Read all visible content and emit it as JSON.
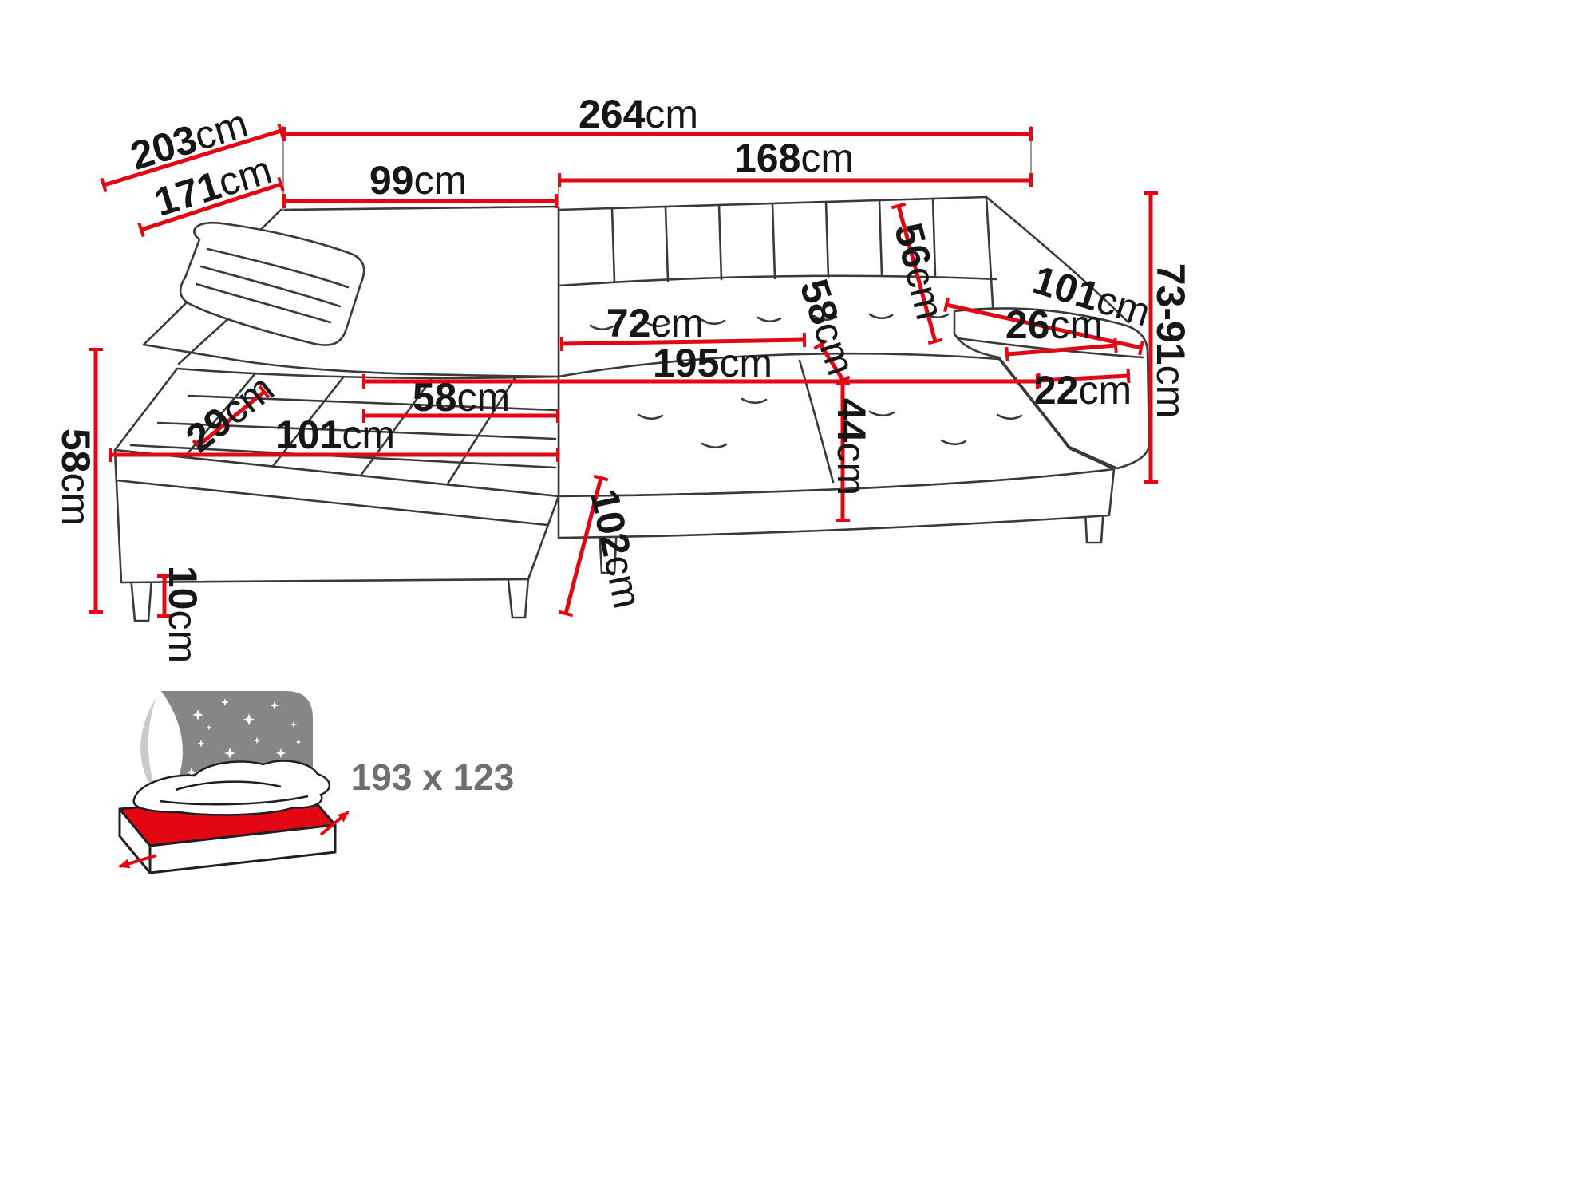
{
  "diagram": {
    "type": "corner-sofa-dimension-diagram",
    "accent_color": "#e30613",
    "art_line_color": "#3a3a3a",
    "text_color": "#161616",
    "secondary_text_color": "#6f6f6f"
  },
  "dims": {
    "overall_width": {
      "value": "264",
      "unit": "cm"
    },
    "total_depth": {
      "value": "203",
      "unit": "cm"
    },
    "inner_depth": {
      "value": "171",
      "unit": "cm"
    },
    "corner_back_width": {
      "value": "99",
      "unit": "cm"
    },
    "back_width": {
      "value": "168",
      "unit": "cm"
    },
    "backrest_height": {
      "value": "56",
      "unit": "cm"
    },
    "armrest_length": {
      "value": "101",
      "unit": "cm"
    },
    "armrest_top_width": {
      "value": "26",
      "unit": "cm"
    },
    "overall_height": {
      "value": "73-91",
      "unit": "cm"
    },
    "seat_depth": {
      "value": "72",
      "unit": "cm"
    },
    "back_cushion_height": {
      "value": "58",
      "unit": "cm"
    },
    "seat_width": {
      "value": "195",
      "unit": "cm"
    },
    "right_armrest_width": {
      "value": "22",
      "unit": "cm"
    },
    "corner_seat_depth": {
      "value": "58",
      "unit": "cm"
    },
    "headrest_height": {
      "value": "29",
      "unit": "cm"
    },
    "chaise_width": {
      "value": "101",
      "unit": "cm"
    },
    "seat_height": {
      "value": "44",
      "unit": "cm"
    },
    "side_height": {
      "value": "58",
      "unit": "cm"
    },
    "chaise_length": {
      "value": "102",
      "unit": "cm"
    },
    "leg_height": {
      "value": "10",
      "unit": "cm"
    }
  },
  "sleeping_area": {
    "size_label": "193 x 123"
  }
}
